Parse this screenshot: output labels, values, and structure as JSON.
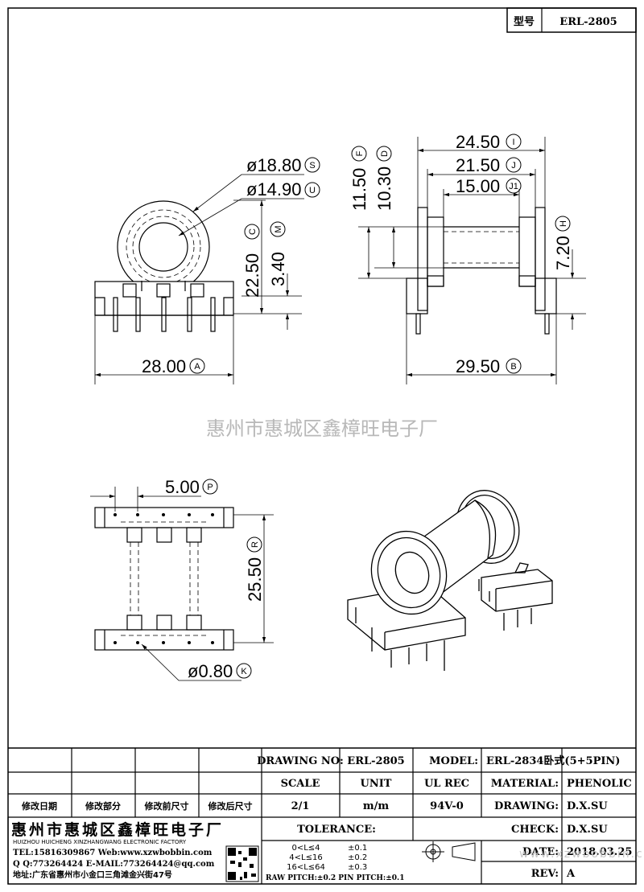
{
  "header": {
    "label": "型号",
    "model": "ERL-2805"
  },
  "watermark": "惠州市惠城区鑫樟旺电子厂",
  "front_view": {
    "dims": [
      {
        "value": "ø18.80",
        "tag": "S"
      },
      {
        "value": "ø14.90",
        "tag": "U"
      },
      {
        "value": "22.50",
        "tag": "C"
      },
      {
        "value": "3.40",
        "tag": "M"
      },
      {
        "value": "28.00",
        "tag": "A"
      }
    ]
  },
  "side_view": {
    "dims": [
      {
        "value": "24.50",
        "tag": "I"
      },
      {
        "value": "21.50",
        "tag": "J"
      },
      {
        "value": "15.00",
        "tag": "J1"
      },
      {
        "value": "11.50",
        "tag": "F"
      },
      {
        "value": "10.30",
        "tag": "D"
      },
      {
        "value": "7.20",
        "tag": "H"
      },
      {
        "value": "29.50",
        "tag": "B"
      }
    ]
  },
  "bottom_view": {
    "dims": [
      {
        "value": "5.00",
        "tag": "P"
      },
      {
        "value": "25.50",
        "tag": "R"
      },
      {
        "value": "ø0.80",
        "tag": "K"
      }
    ]
  },
  "title_block": {
    "revision_headers": [
      "修改日期",
      "修改部分",
      "修改前尺寸",
      "修改后尺寸"
    ],
    "drawing_no_label": "DRAWING NO:",
    "drawing_no": "ERL-2805",
    "model_label": "MODEL:",
    "model": "ERL-2834卧式(5+5PIN)",
    "scale_label": "SCALE",
    "unit_label": "UNIT",
    "ul_rec_label": "UL REC",
    "material_label": "MATERIAL:",
    "material": "PHENOLIC",
    "scale": "2/1",
    "unit": "m/m",
    "ul_rec": "94V-0",
    "drawing_label": "DRAWING:",
    "drawing": "D.X.SU",
    "check_label": "CHECK:",
    "check": "D.X.SU",
    "date_label": "DATE:",
    "date": "2018.03.25",
    "rev_label": "REV:",
    "rev": "A",
    "tolerance_label": "TOLERANCE:",
    "tolerances": [
      {
        "range": "0<L≤4",
        "value": "±0.1"
      },
      {
        "range": "4<L≤16",
        "value": "±0.2"
      },
      {
        "range": "16<L≤64",
        "value": "±0.3"
      }
    ],
    "pitch_note": "RAW PITCH:±0.2 PIN PITCH:±0.1",
    "factory_name": "惠州市惠城区鑫樟旺电子厂",
    "factory_en": "HUIZHOU HUICHENG XINZHANGWANG ELECTRONIC FACTORY",
    "tel_line": "TEL:15816309867 Web:www.xzwbobbin.com",
    "qq_line": "Q Q:773264424 E-MAIL:773264424@qq.com",
    "address": "地址:广东省惠州市小金口三角滩金兴街47号",
    "website_watermark": "www.xzwbobbin.com"
  }
}
